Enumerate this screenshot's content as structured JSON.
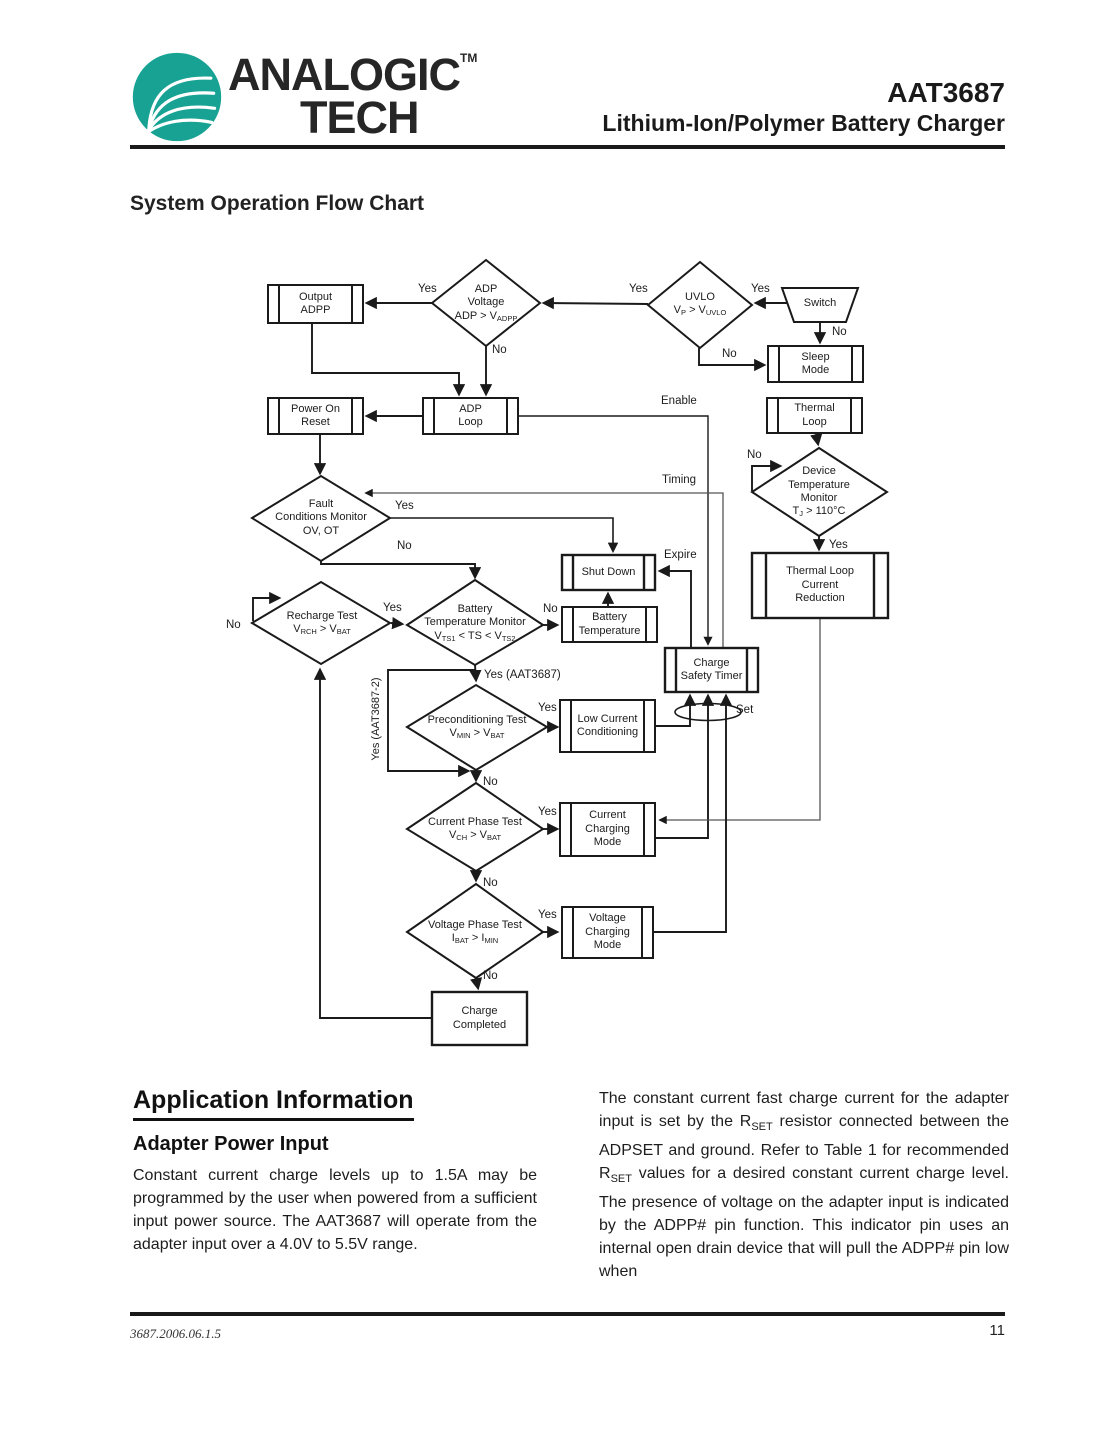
{
  "header": {
    "brand_top": "ANALOGIC",
    "brand_tm": "TM",
    "brand_bottom": "TECH",
    "product": "AAT3687",
    "subtitle": "Lithium-Ion/Polymer Battery Charger",
    "logo_color": "#17a293"
  },
  "flowchart": {
    "title": "System Operation Flow Chart",
    "lbl": {
      "yes": "Yes",
      "no": "No",
      "enable": "Enable",
      "timing": "Timing",
      "expire": "Expire",
      "set": "Set",
      "yes_aat3687": "Yes (AAT3687)",
      "yes_aat3687_2": "Yes (AAT3687-2)"
    },
    "nodes": {
      "output_adpp": {
        "l1": "Output",
        "l2": "ADPP"
      },
      "adp_voltage": {
        "l1": "ADP",
        "l2": "Voltage",
        "l3a": "ADP > V",
        "l3a_sub": "ADPP"
      },
      "uvlo": {
        "l1": "UVLO",
        "l2a": "V",
        "l2a_sub": "P",
        "l2b": " > V",
        "l2b_sub": "UVLO"
      },
      "switch": {
        "l1": "Switch"
      },
      "sleep_mode": {
        "l1": "Sleep",
        "l2": "Mode"
      },
      "power_on_reset": {
        "l1": "Power On",
        "l2": "Reset"
      },
      "adp_loop": {
        "l1": "ADP",
        "l2": "Loop"
      },
      "thermal_loop": {
        "l1": "Thermal",
        "l2": "Loop"
      },
      "device_temperature_monitor": {
        "l1": "Device",
        "l2": "Temperature",
        "l3": "Monitor",
        "l4a": "T",
        "l4a_sub": "J",
        "l4b": " > 110°C"
      },
      "fault_conditions_monitor": {
        "l1": "Fault",
        "l2": "Conditions Monitor",
        "l3": "OV, OT"
      },
      "shut_down": {
        "l1": "Shut Down"
      },
      "thermal_loop_current_reduction": {
        "l1": "Thermal Loop",
        "l2": "Current",
        "l3": "Reduction"
      },
      "battery_temperature": {
        "l1": "Battery",
        "l2": "Temperature"
      },
      "recharge_test": {
        "l1": "Recharge Test",
        "l2a": "V",
        "l2a_sub": "RCH",
        "l2b": " > V",
        "l2b_sub": "BAT"
      },
      "battery_temperature_monitor": {
        "l1": "Battery",
        "l2": "Temperature Monitor",
        "l3a": "V",
        "l3a_sub": "TS1",
        "l3b": " < TS < V",
        "l3b_sub": "TS2"
      },
      "charge_safety_timer": {
        "l1": "Charge",
        "l2": "Safety Timer"
      },
      "preconditioning_test": {
        "l1": "Preconditioning Test",
        "l2a": "V",
        "l2a_sub": "MIN",
        "l2b": " > V",
        "l2b_sub": "BAT"
      },
      "low_current_conditioning": {
        "l1": "Low Current",
        "l2": "Conditioning"
      },
      "current_phase_test": {
        "l1": "Current Phase Test",
        "l2a": "V",
        "l2a_sub": "CH",
        "l2b": " > V",
        "l2b_sub": "BAT"
      },
      "current_charging_mode": {
        "l1": "Current",
        "l2": "Charging",
        "l3": "Mode"
      },
      "voltage_phase_test": {
        "l1": "Voltage Phase Test",
        "l2a": "I",
        "l2a_sub": "BAT",
        "l2b": " > I",
        "l2b_sub": "MIN"
      },
      "voltage_charging_mode": {
        "l1": "Voltage",
        "l2": "Charging",
        "l3": "Mode"
      },
      "charge_completed": {
        "l1": "Charge",
        "l2": "Completed"
      }
    }
  },
  "application": {
    "heading": "Application Information",
    "subheading": "Adapter Power Input",
    "para_left": "Constant current charge levels up to 1.5A may be programmed by the user when powered from a sufficient input power source.  The AAT3687 will operate from the adapter input over a 4.0V to 5.5V range.",
    "para_right": {
      "p1": "The constant current fast charge current for the adapter input is set by the R",
      "s1": "SET",
      "p2": " resistor connected between the ADPSET and ground.  Refer to Table 1 for recommended R",
      "s2": "SET",
      "p3": " values for a desired constant current charge level.  The presence of voltage on the adapter input is indicated by the ADPP# pin function.  This indicator pin uses an internal open drain device that will pull the ADPP# pin low when"
    }
  },
  "footer": {
    "doc_code": "3687.2006.06.1.5",
    "page_number": "11"
  }
}
